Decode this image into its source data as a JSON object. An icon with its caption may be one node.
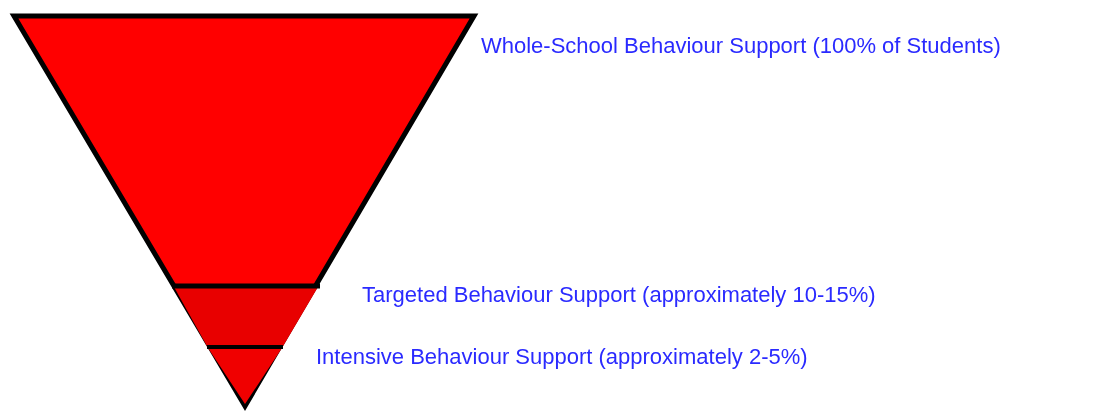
{
  "diagram": {
    "labels": [
      "Whole-School Behaviour Support (100% of Students)",
      "Targeted Behaviour Support (approximately 10-15%)",
      "Intensive Behaviour Support (approximately 2-5%)"
    ]
  }
}
